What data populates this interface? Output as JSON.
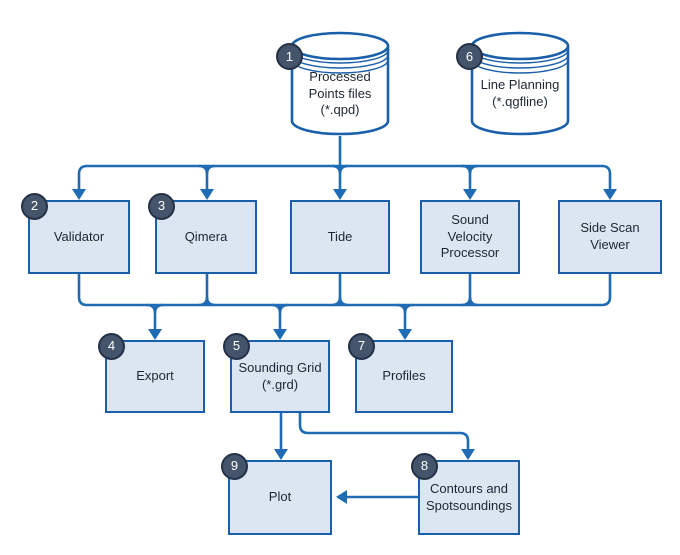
{
  "diagram": {
    "colors": {
      "connector": "#1f6cb5",
      "box_border": "#1a5fa9",
      "box_fill": "#dce6f2",
      "badge_background": "#44546a",
      "badge_border": "#243147",
      "badge_text": "#ffffff",
      "label_text": "#1c2733",
      "background": "#ffffff"
    },
    "nodes": [
      {
        "id": "processed-points",
        "type": "cylinder",
        "badge": "1",
        "label": "Processed Points files",
        "sublabel": "(*.qpd)"
      },
      {
        "id": "line-planning",
        "type": "cylinder",
        "badge": "6",
        "label": "Line Planning",
        "sublabel": "(*.qgfline)"
      },
      {
        "id": "validator",
        "type": "box",
        "badge": "2",
        "label": "Validator"
      },
      {
        "id": "qimera",
        "type": "box",
        "badge": "3",
        "label": "Qimera"
      },
      {
        "id": "tide",
        "type": "box",
        "label": "Tide"
      },
      {
        "id": "sound-velocity-processor",
        "type": "box",
        "label": "Sound Velocity Processor"
      },
      {
        "id": "side-scan-viewer",
        "type": "box",
        "label": "Side Scan Viewer"
      },
      {
        "id": "export",
        "type": "box",
        "badge": "4",
        "label": "Export"
      },
      {
        "id": "sounding-grid",
        "type": "box",
        "badge": "5",
        "label": "Sounding Grid",
        "sublabel": "(*.grd)"
      },
      {
        "id": "profiles",
        "type": "box",
        "badge": "7",
        "label": "Profiles"
      },
      {
        "id": "plot",
        "type": "box",
        "badge": "9",
        "label": "Plot"
      },
      {
        "id": "contours",
        "type": "box",
        "badge": "8",
        "label": "Contours and Spotsoundings"
      }
    ],
    "edges": [
      {
        "from": "processed-points",
        "to": "validator"
      },
      {
        "from": "processed-points",
        "to": "qimera"
      },
      {
        "from": "processed-points",
        "to": "tide"
      },
      {
        "from": "processed-points",
        "to": "sound-velocity-processor"
      },
      {
        "from": "processed-points",
        "to": "side-scan-viewer"
      },
      {
        "from": "validator,qimera,tide,sound-velocity-processor,side-scan-viewer",
        "to": "export"
      },
      {
        "from": "validator,qimera,tide,sound-velocity-processor,side-scan-viewer",
        "to": "sounding-grid"
      },
      {
        "from": "validator,qimera,tide,sound-velocity-processor,side-scan-viewer",
        "to": "profiles"
      },
      {
        "from": "sounding-grid",
        "to": "plot"
      },
      {
        "from": "sounding-grid",
        "to": "contours"
      },
      {
        "from": "contours",
        "to": "plot"
      }
    ]
  }
}
